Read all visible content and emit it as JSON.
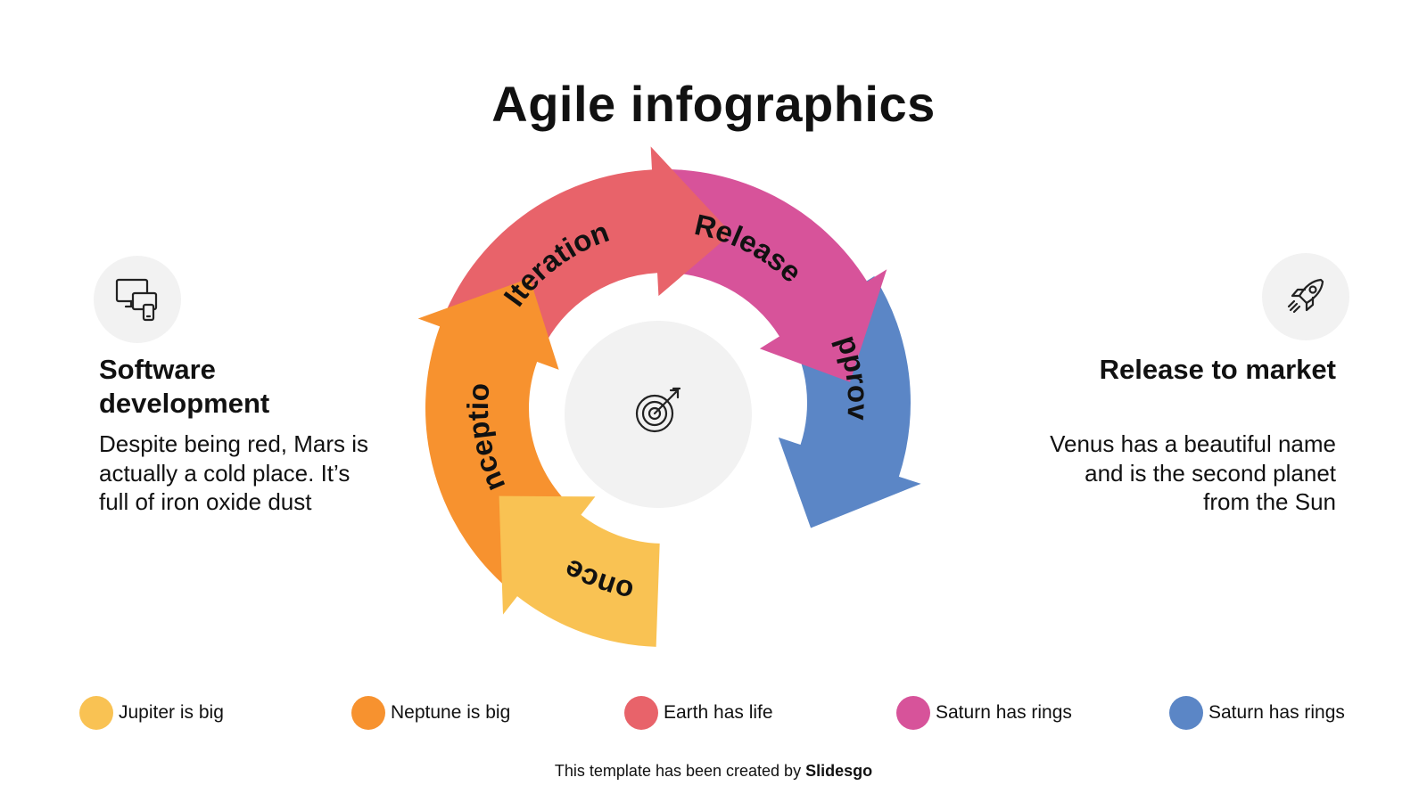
{
  "title": "Agile infographics",
  "left": {
    "icon": "devices-icon",
    "heading": "Software development",
    "text": "Despite being red, Mars is actually a cold place. It’s full of iron oxide dust"
  },
  "right": {
    "icon": "rocket-icon",
    "heading": "Release to market",
    "text": "Venus has a beautiful name and is the second planet from the Sun"
  },
  "center_icon": "target-icon",
  "stages": [
    {
      "label": "Concept",
      "color": "#f9c253"
    },
    {
      "label": "Inception",
      "color": "#f7922f"
    },
    {
      "label": "Iteration",
      "color": "#e8636a"
    },
    {
      "label": "Release",
      "color": "#d7539a"
    },
    {
      "label": "Approval",
      "color": "#5b86c6"
    }
  ],
  "legend": [
    {
      "label": "Jupiter is big",
      "color": "#f9c253"
    },
    {
      "label": "Neptune is big",
      "color": "#f7922f"
    },
    {
      "label": "Earth has life",
      "color": "#e8636a"
    },
    {
      "label": "Saturn has rings",
      "color": "#d7539a"
    },
    {
      "label": "Saturn has rings",
      "color": "#5b86c6"
    }
  ],
  "footer": {
    "prefix": "This template has been created by ",
    "brand": "Slidesgo"
  }
}
